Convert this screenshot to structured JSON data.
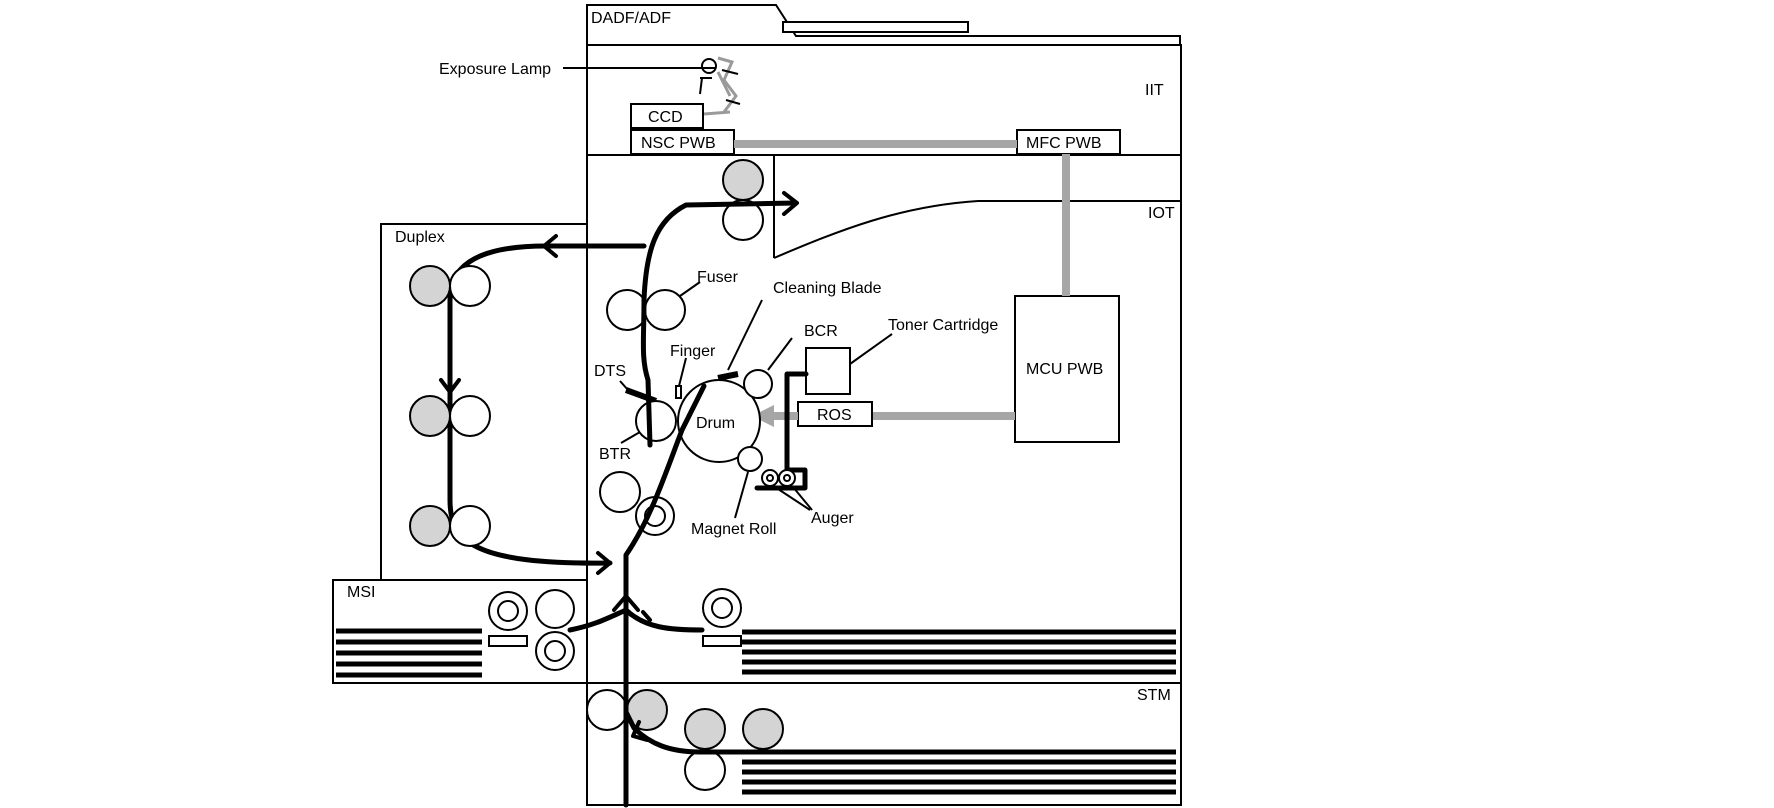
{
  "diagram": {
    "modules": {
      "dadf": "DADF/ADF",
      "iit": "IIT",
      "iot": "IOT",
      "duplex": "Duplex",
      "msi": "MSI",
      "stm": "STM"
    },
    "boards": {
      "ccd": "CCD",
      "nsc_pwb": "NSC PWB",
      "mfc_pwb": "MFC PWB",
      "mcu_pwb": "MCU PWB",
      "ros": "ROS"
    },
    "components": {
      "exposure_lamp": "Exposure Lamp",
      "fuser": "Fuser",
      "cleaning_blade": "Cleaning Blade",
      "bcr": "BCR",
      "toner_cartridge": "Toner Cartridge",
      "finger": "Finger",
      "dts": "DTS",
      "drum": "Drum",
      "btr": "BTR",
      "magnet_roll": "Magnet Roll",
      "auger": "Auger"
    },
    "colors": {
      "line": "#000000",
      "signal_bus": "#a6a6a6",
      "shaded_roll": "#d4d4d4",
      "background": "#ffffff"
    }
  }
}
